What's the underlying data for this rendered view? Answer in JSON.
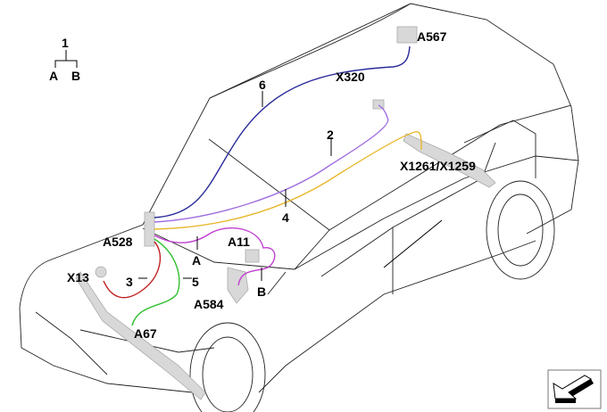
{
  "legend": {
    "root": "1",
    "branch_a": "A",
    "branch_b": "B"
  },
  "labels": {
    "a567": "A567",
    "x320": "X320",
    "n6": "6",
    "n2": "2",
    "x1261": "X1261/X1259",
    "n4": "4",
    "a528": "A528",
    "a11": "A11",
    "branch_a": "A",
    "x13": "X13",
    "n3": "3",
    "n5": "5",
    "branch_b": "B",
    "a584": "A584",
    "a67": "A67"
  },
  "wire_colors": {
    "wire_6": "#2a2a9a",
    "wire_2": "#a070e0",
    "wire_4": "#e8b830",
    "wire_1": "#c040d0",
    "wire_3": "#c02020",
    "wire_5": "#30c030"
  },
  "nav_icon": "arrow-down-left-icon"
}
